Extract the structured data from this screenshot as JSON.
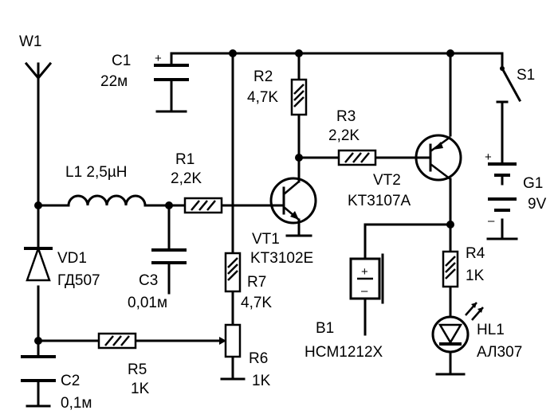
{
  "labels": {
    "w1": "W1",
    "c1_name": "C1",
    "c1_value": "22м",
    "c1_plus": "+",
    "r2_name": "R2",
    "r2_value": "4,7K",
    "r3_name": "R3",
    "r3_value": "2,2K",
    "s1": "S1",
    "vt2_name": "VT2",
    "vt2_type": "KT3107A",
    "g1_plus": "+",
    "g1_name": "G1",
    "g1_value": "9V",
    "g1_minus": "–",
    "l1": "L1 2,5µH",
    "r1_name": "R1",
    "r1_value": "2,2K",
    "vt1_name": "VT1",
    "vt1_type": "KT3102E",
    "vd1_name": "VD1",
    "vd1_type": "ГД507",
    "c3_name": "C3",
    "c3_value": "0,01м",
    "r7_name": "R7",
    "r7_value": "4,7K",
    "r4_name": "R4",
    "r4_value": "1K",
    "b1_plus": "+",
    "b1_minus": "–",
    "b1_name": "B1",
    "b1_type": "HCM1212X",
    "hl1_name": "HL1",
    "hl1_type": "АЛ307",
    "r5_name": "R5",
    "r5_value": "1K",
    "r6_name": "R6",
    "r6_value": "1K",
    "c2_name": "C2",
    "c2_value": "0,1м"
  }
}
